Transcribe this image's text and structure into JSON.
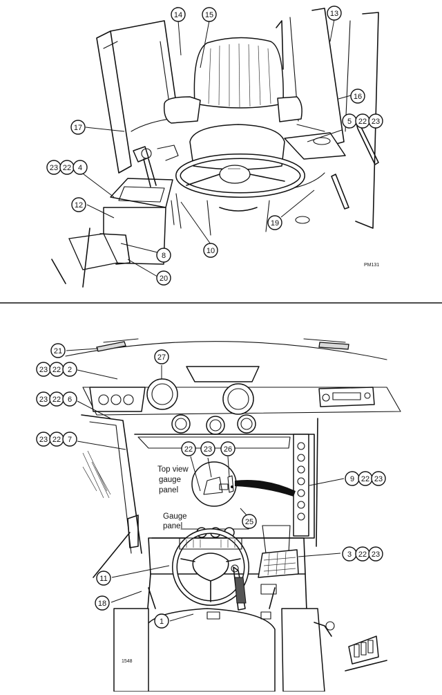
{
  "top_view": {
    "figure_code": "PM131",
    "callouts": {
      "c14": [
        "14"
      ],
      "c15": [
        "15"
      ],
      "c13": [
        "13"
      ],
      "c16": [
        "16"
      ],
      "c17": [
        "17"
      ],
      "c5": [
        "5",
        "22",
        "23"
      ],
      "c4": [
        "23",
        "22",
        "4"
      ],
      "c12": [
        "12"
      ],
      "c19": [
        "19"
      ],
      "c10": [
        "10"
      ],
      "c8": [
        "8"
      ],
      "c20": [
        "20"
      ]
    }
  },
  "bottom_view": {
    "figure_code": "1548",
    "labels": {
      "top_view_gauge_panel": [
        "Top view",
        "gauge",
        "panel"
      ],
      "gauge_panel": [
        "Gauge",
        "panel"
      ]
    },
    "callouts": {
      "c21": [
        "21"
      ],
      "c2": [
        "23",
        "22",
        "2"
      ],
      "c27": [
        "27"
      ],
      "c6": [
        "23",
        "22",
        "6"
      ],
      "c7": [
        "23",
        "22",
        "7"
      ],
      "c22": [
        "22"
      ],
      "c23": [
        "23"
      ],
      "c26": [
        "26"
      ],
      "c9": [
        "9",
        "22",
        "23"
      ],
      "c25": [
        "25"
      ],
      "c3": [
        "3",
        "22",
        "23"
      ],
      "c11": [
        "11"
      ],
      "c18": [
        "18"
      ],
      "c1": [
        "1"
      ]
    }
  }
}
